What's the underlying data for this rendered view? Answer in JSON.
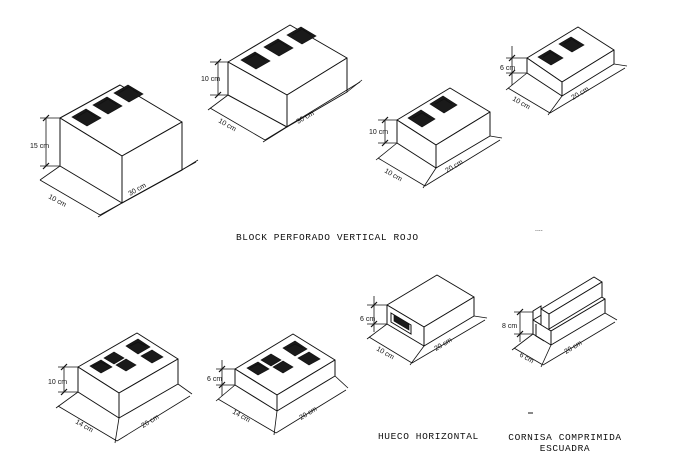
{
  "captions": {
    "vertical_title": "BLOCK PERFORADO VERTICAL ROJO",
    "hueco": "HUECO HORIZONTAL",
    "cornisa_line1": "CORNISA COMPRIMIDA",
    "cornisa_line2": "ESCUADRA",
    "ellipsis": "...."
  },
  "blocks": {
    "b30x15": {
      "height": "15 cm",
      "depth": "10 cm",
      "length": "30 cm"
    },
    "b30x10": {
      "height": "10 cm",
      "depth": "10 cm",
      "length": "30 cm"
    },
    "b20x10": {
      "height": "10 cm",
      "depth": "10 cm",
      "length": "20 cm"
    },
    "b20x6": {
      "height": "6 cm",
      "depth": "10 cm",
      "length": "20 cm"
    },
    "b20x14x10": {
      "height": "10 cm",
      "depth": "14 cm",
      "length": "20 cm"
    },
    "b20x14x6": {
      "height": "6 cm",
      "depth": "14 cm",
      "length": "20 cm"
    },
    "hueco": {
      "height": "6 cm",
      "depth": "10 cm",
      "length": "20 cm"
    },
    "cornisa": {
      "height": "8 cm",
      "depth": "6 cm",
      "length": "20 cm"
    }
  },
  "colors": {
    "ink": "#111111",
    "paper": "#ffffff"
  }
}
